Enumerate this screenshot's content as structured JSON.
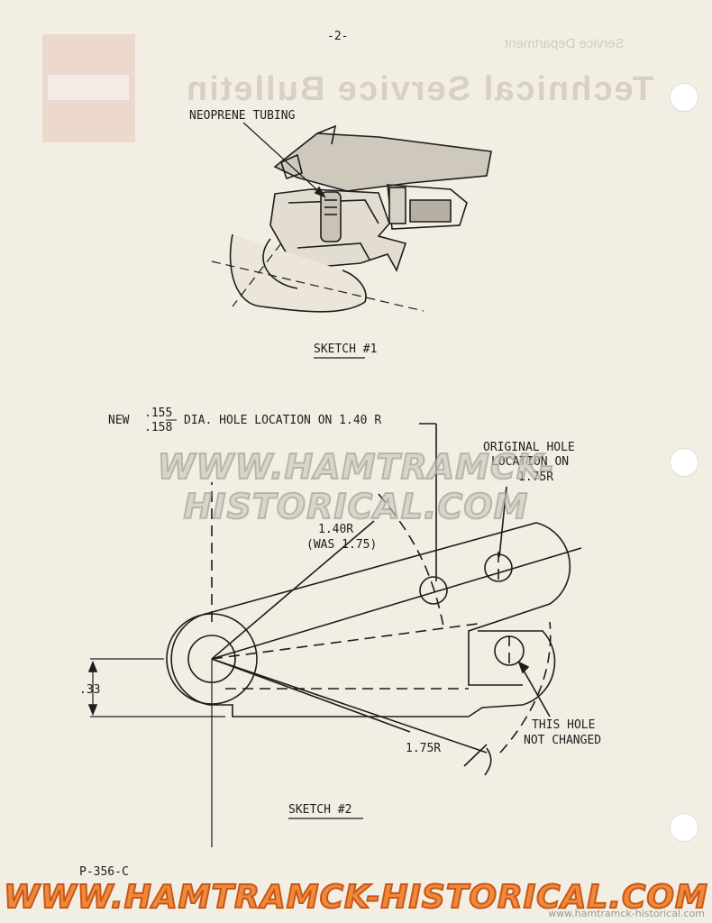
{
  "page_number": "-2-",
  "background": {
    "department": "Service Department",
    "title": "Technical Service Bulletin"
  },
  "sketch1": {
    "label": "NEOPRENE TUBING",
    "caption": "SKETCH #1"
  },
  "sketch2": {
    "new_prefix": "NEW",
    "frac_top": ".155",
    "frac_bottom": ".158",
    "new_suffix": "DIA. HOLE LOCATION ON 1.40 R",
    "original_line1": "ORIGINAL HOLE",
    "original_line2": "LOCATION ON",
    "original_line3": "1.75R",
    "radius_line1": "1.40R",
    "radius_line2": "(WAS 1.75)",
    "dim_33": ".33",
    "unchanged_line1": "THIS HOLE",
    "unchanged_line2": "NOT CHANGED",
    "radius_175": "1.75R",
    "caption": "SKETCH #2"
  },
  "form_number": "P-356-C",
  "watermark": "WWW.HAMTRAMCK-HISTORICAL.COM",
  "credit": "www.hamtramck-historical.com"
}
